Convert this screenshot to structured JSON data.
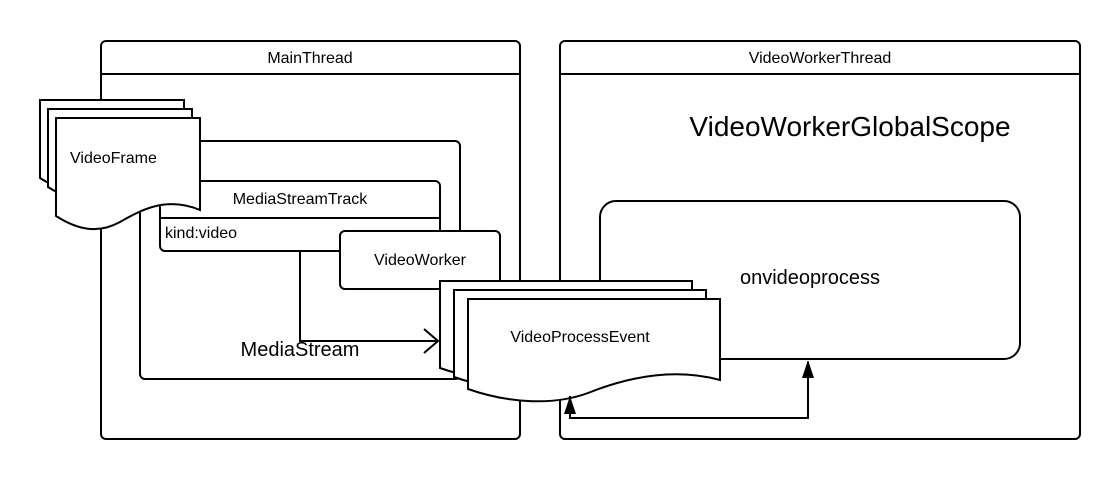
{
  "threads": {
    "main": {
      "label": "MainThread"
    },
    "worker": {
      "label": "VideoWorkerThread"
    }
  },
  "main_thread": {
    "video_frame": "VideoFrame",
    "media_stream": "MediaStream",
    "media_stream_track": {
      "label": "MediaStreamTrack",
      "kind": "kind:video"
    },
    "video_worker": "VideoWorker"
  },
  "worker_thread": {
    "global_scope": "VideoWorkerGlobalScope",
    "handler": "onvideoprocess"
  },
  "event": {
    "label": "VideoProcessEvent"
  }
}
